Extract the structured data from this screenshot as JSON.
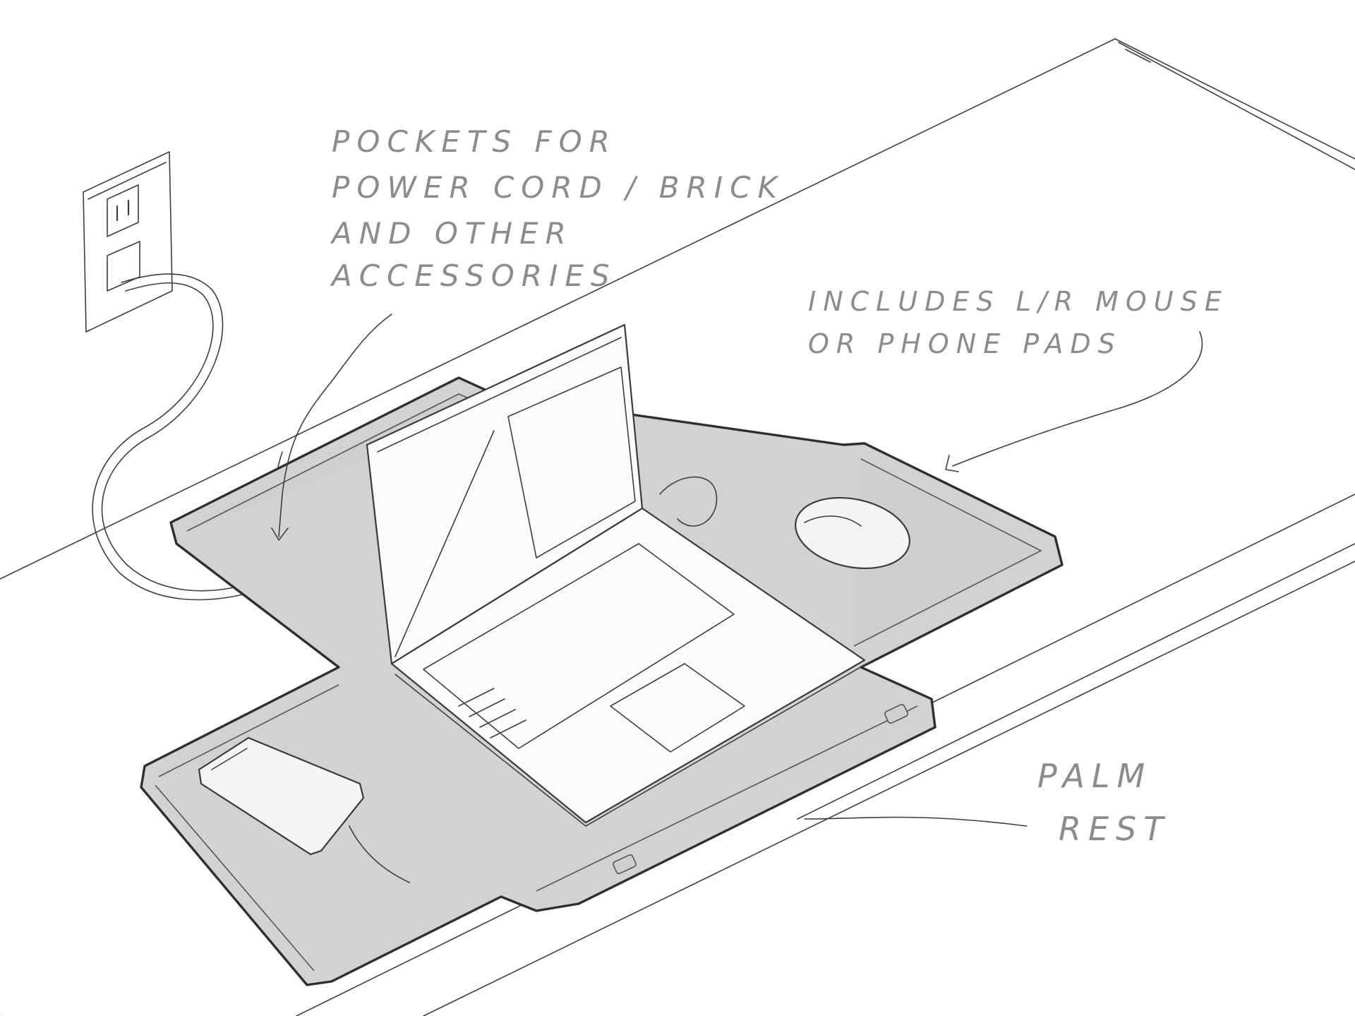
{
  "annotations": {
    "pockets": [
      "POCKETS FOR",
      "POWER CORD / BRICK",
      "AND OTHER",
      "ACCESSORIES"
    ],
    "pads": [
      "INCLUDES L/R MOUSE",
      "OR PHONE PADS"
    ],
    "palm": [
      "PALM",
      "REST"
    ]
  },
  "icons": {
    "wall_outlet": "wall-outlet-icon",
    "laptop": "laptop-icon",
    "mouse": "mouse-icon",
    "phone": "phone-icon"
  },
  "colors": {
    "mat_fill": "#d2d2d2",
    "line": "#3e3e3e",
    "annotation_text": "#8c8c8c",
    "background": "#ffffff"
  }
}
